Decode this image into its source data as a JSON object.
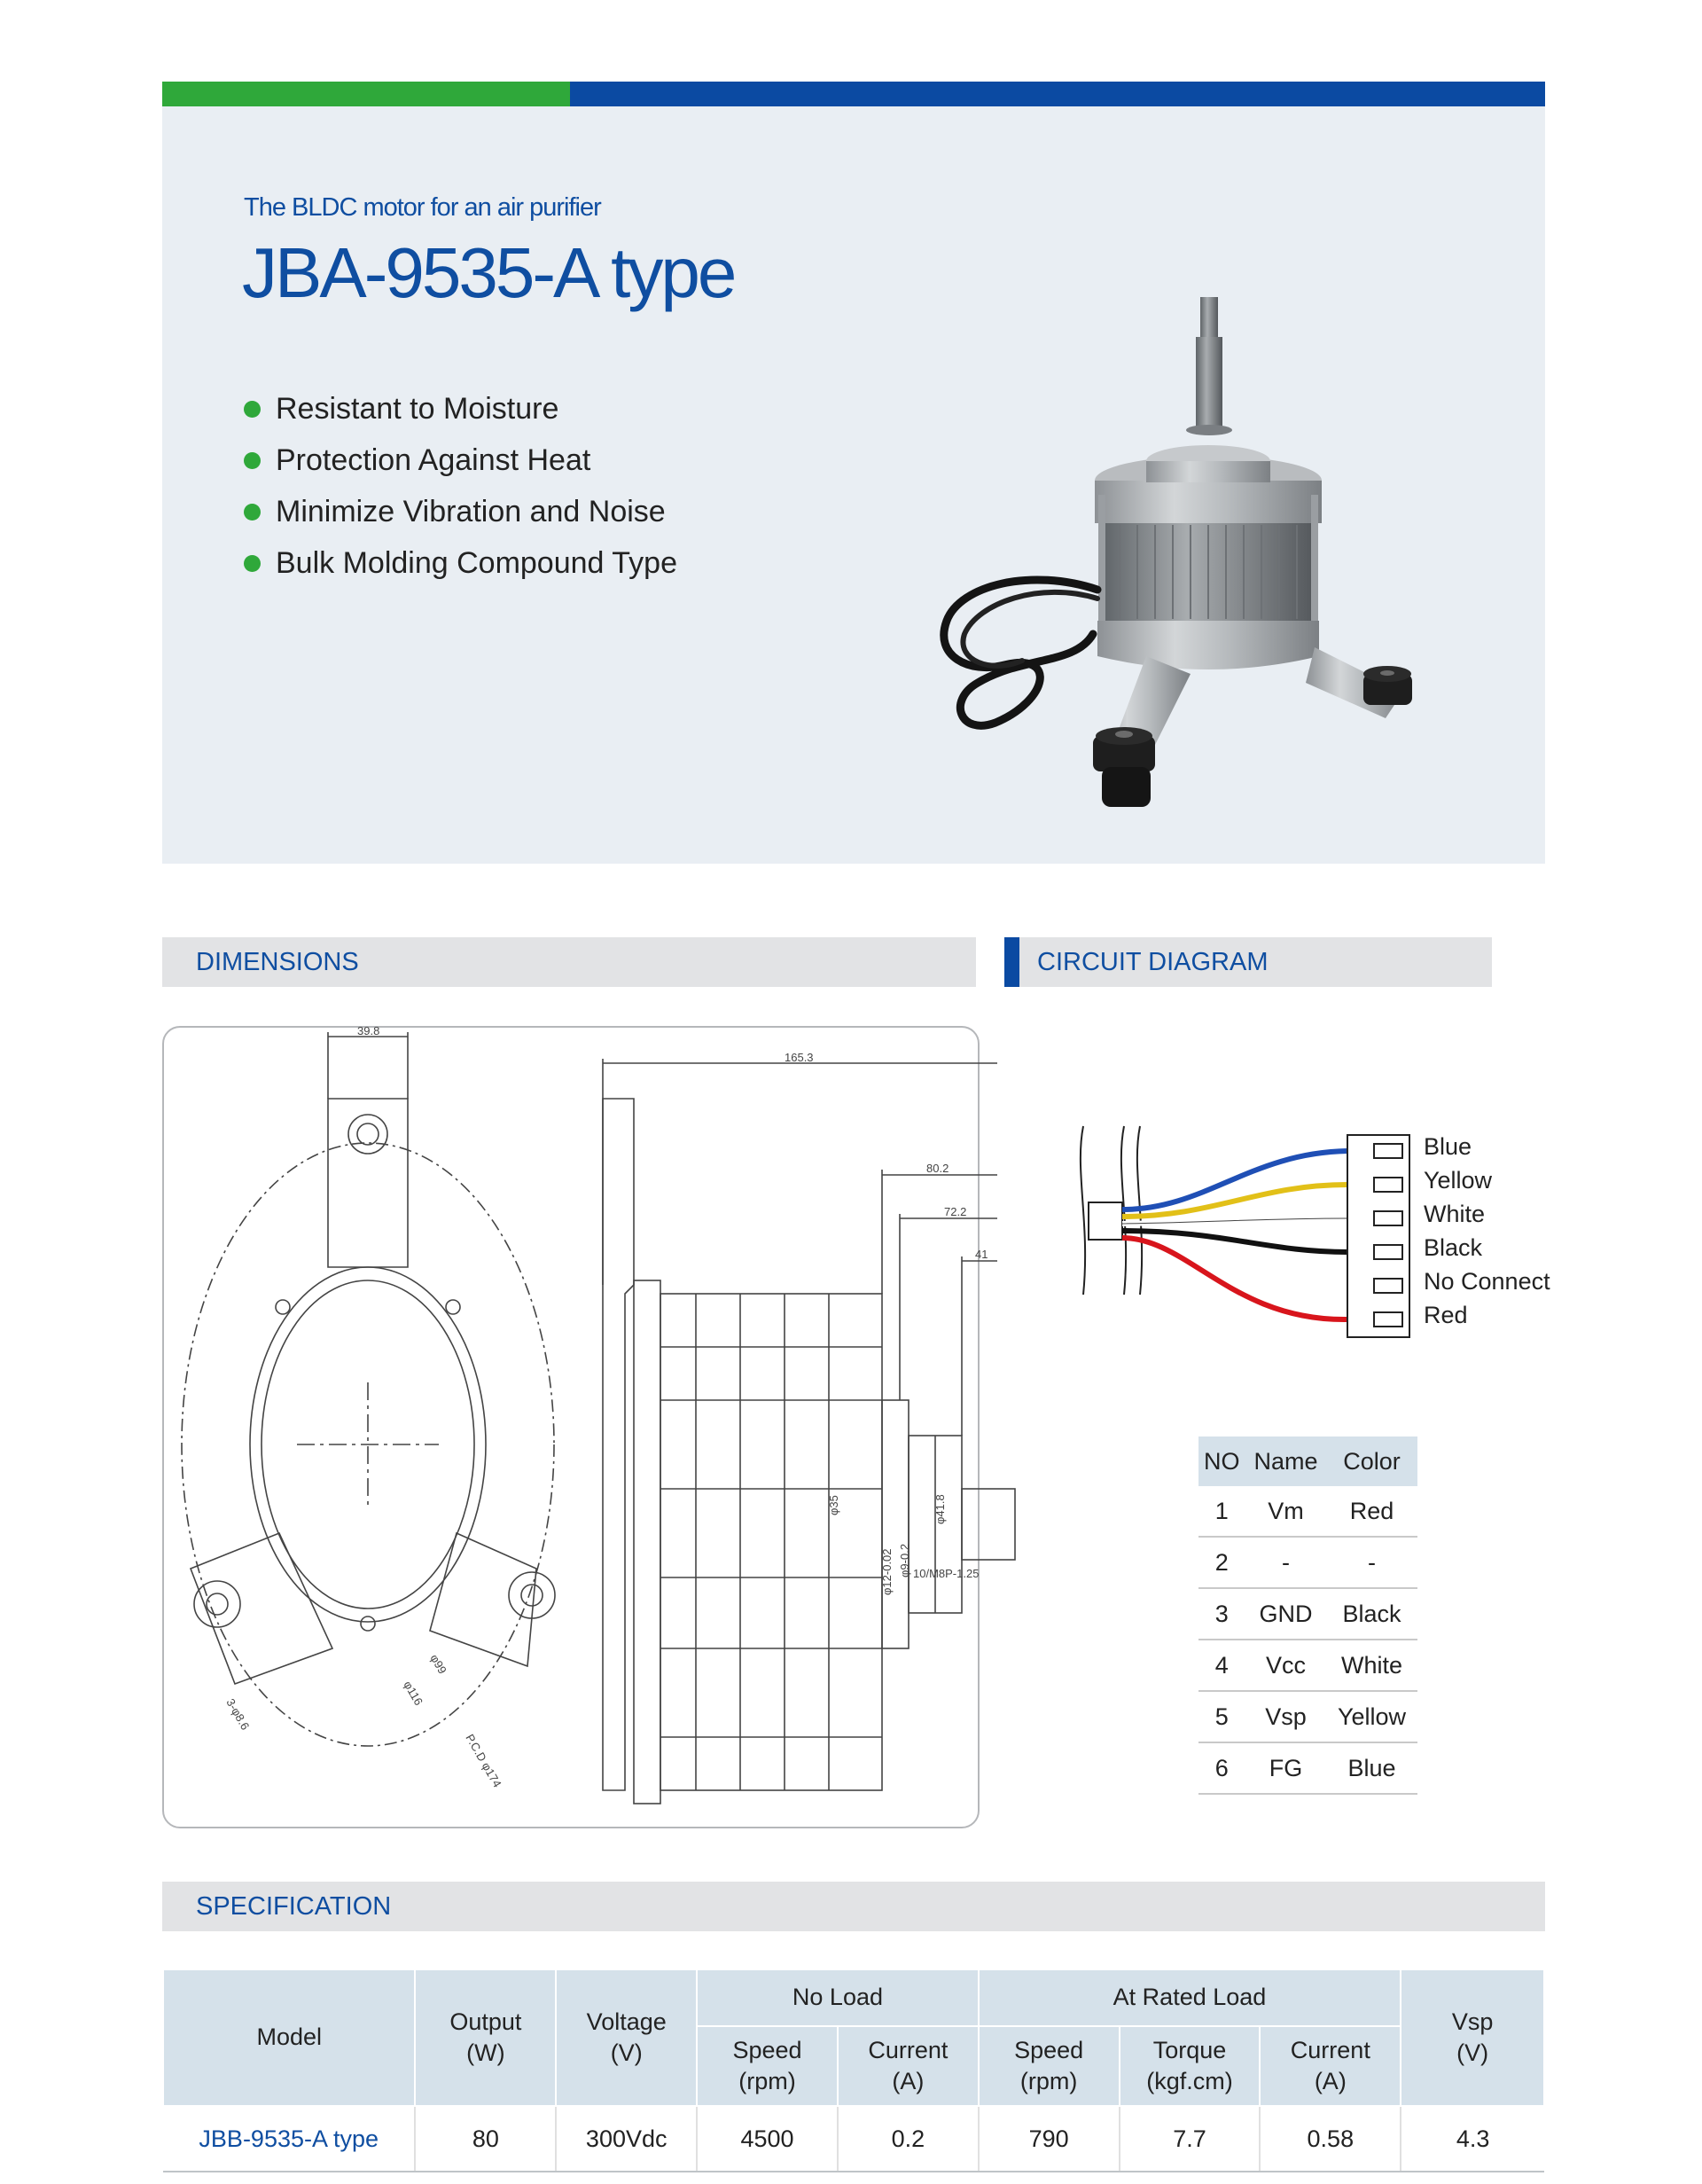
{
  "header": {
    "subtitle": "The BLDC motor for an air purifier",
    "title": "JBA-9535-A type",
    "features": [
      "Resistant to Moisture",
      "Protection Against Heat",
      "Minimize Vibration and Noise",
      "Bulk Molding Compound Type"
    ]
  },
  "sections": {
    "dimensions": "DIMENSIONS",
    "circuit": "CIRCUIT DIAGRAM",
    "specification": "SPECIFICATION"
  },
  "dimensions": {
    "labels": [
      "39.8",
      "165.3",
      "80.2",
      "72.2",
      "41",
      "φ35",
      "φ41.8",
      "φ12-0.02",
      "φ9-0.2",
      "10/M8P-1.25",
      "3-φ8.6",
      "φ116",
      "φ99",
      "P.C.D φ174"
    ]
  },
  "circuit": {
    "wires": [
      {
        "label": "Blue",
        "color": "#1f4fb5"
      },
      {
        "label": "Yellow",
        "color": "#e2c018"
      },
      {
        "label": "White",
        "color": "#ffffff"
      },
      {
        "label": "Black",
        "color": "#111111"
      },
      {
        "label": "No Connect",
        "color": null
      },
      {
        "label": "Red",
        "color": "#d8151c"
      }
    ]
  },
  "pin_table": {
    "headers": [
      "NO",
      "Name",
      "Color"
    ],
    "rows": [
      [
        "1",
        "Vm",
        "Red"
      ],
      [
        "2",
        "-",
        "-"
      ],
      [
        "3",
        "GND",
        "Black"
      ],
      [
        "4",
        "Vcc",
        "White"
      ],
      [
        "5",
        "Vsp",
        "Yellow"
      ],
      [
        "6",
        "FG",
        "Blue"
      ]
    ]
  },
  "spec_table": {
    "model_header": "Model",
    "output_header": "Output",
    "output_unit": "(W)",
    "voltage_header": "Voltage",
    "voltage_unit": "(V)",
    "no_load_header": "No Load",
    "rated_load_header": "At Rated Load",
    "vsp_header": "Vsp",
    "vsp_unit": "(V)",
    "sub": {
      "speed": "Speed",
      "speed_unit": "(rpm)",
      "current": "Current",
      "current_unit": "(A)",
      "torque": "Torque",
      "torque_unit": "(kgf.cm)"
    },
    "row": {
      "model": "JBB-9535-A type",
      "output": "80",
      "voltage": "300Vdc",
      "nl_speed": "4500",
      "nl_current": "0.2",
      "rl_speed": "790",
      "rl_torque": "7.7",
      "rl_current": "0.58",
      "vsp": "4.3"
    }
  },
  "colors": {
    "accent_blue": "#0b4aa2",
    "accent_green": "#2fa83a",
    "hero_bg": "#e9eef3",
    "section_bg": "#e2e3e5",
    "table_header_bg": "#d5e1ea"
  }
}
